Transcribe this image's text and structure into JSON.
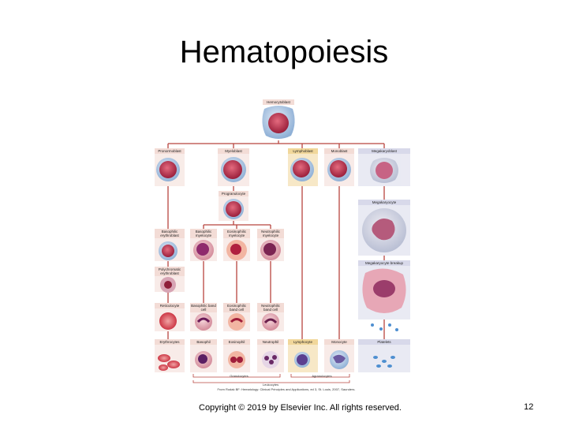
{
  "slide": {
    "title": "Hematopoiesis",
    "copyright": "Copyright © 2019 by Elsevier Inc. All rights reserved.",
    "page_number": "12"
  },
  "diagram": {
    "root": "Hemocytoblast",
    "progenitors": {
      "rubriblast": "Pronormoblast",
      "myeloblast": "Myeloblast",
      "lymphoblast": "Lymphoblast",
      "monoblast": "Monoblast",
      "megakaryoblast": "Megakaryoblast"
    },
    "promyelocyte": "Progranulocyte",
    "erythroid": {
      "basophilic": "Basophilic erythroblast",
      "polychromatic": "Polychromatic erythroblast",
      "reticulocyte": "Reticulocyte",
      "erythrocyte": "Erythrocytes"
    },
    "myelocytes": {
      "basophilic": "Basophilic myelocyte",
      "eosinophilic": "Eosinophilic myelocyte",
      "neutrophilic": "Neutrophilic myelocyte"
    },
    "bands": {
      "basophilic": "Basophilic band cell",
      "eosinophilic": "Eosinophilic band cell",
      "neutrophilic": "Neutrophilic band cell"
    },
    "mature": {
      "basophil": "Basophil",
      "eosinophil": "Eosinophil",
      "neutrophil": "Neutrophil",
      "lymphocyte": "Lymphocyte",
      "monocyte": "Monocyte",
      "platelets": "Platelets"
    },
    "megakaryocyte": "Megakaryocyte",
    "megakaryocyte_breakup": "Megakaryocyte breakup",
    "groups": {
      "granulocytes": "Granulocytes",
      "agranulocytes": "Agranulocytes",
      "leukocytes": "Leukocytes"
    },
    "credit": "From Rodak BF: Hematology: Clinical Principles and Applications, ed 3, St. Louis, 2007, Saunders."
  },
  "colors": {
    "line": "#b8453f",
    "label_fill": "#f3dcd6",
    "label_lymph": "#f1d79a",
    "label_mega": "#d8d9ea",
    "cell_nucleus": "#c8304c",
    "cell_cytoplasm": "#bcd0e8"
  }
}
